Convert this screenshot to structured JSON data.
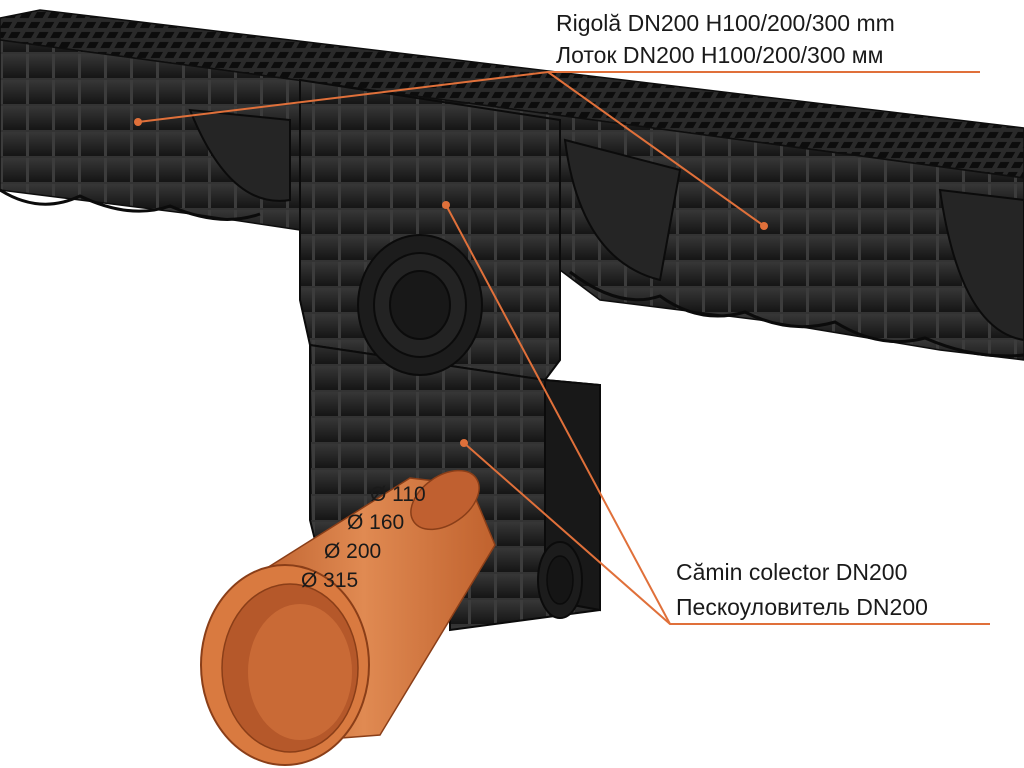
{
  "labels": {
    "channel_ro": "Rigolă DN200 H100/200/300 mm",
    "channel_ru": "Лоток DN200 H100/200/300 мм",
    "pit_ro": "Cămin colector DN200",
    "pit_ru": "Пескоуловитель DN200"
  },
  "diameters": [
    "Ø 110",
    "Ø 160",
    "Ø 200",
    "Ø 315"
  ],
  "colors": {
    "background": "#ffffff",
    "plastic": "#1f1f1f",
    "pipe": "#d2743c",
    "leader": "#e0703a",
    "text": "#1a1a1a"
  }
}
